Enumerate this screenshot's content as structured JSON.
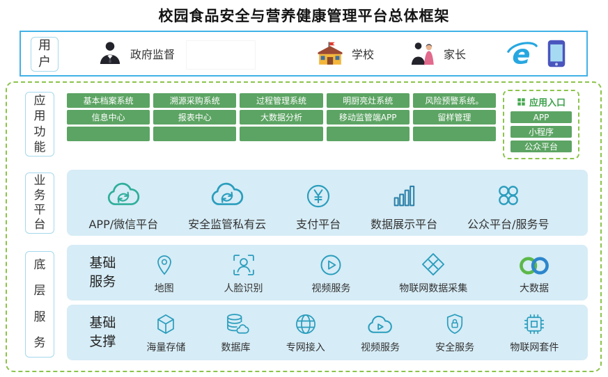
{
  "title": "校园食品安全与营养健康管理平台总体框架",
  "colors": {
    "user_border": "#41b1e6",
    "dashed_border": "#8bc34a",
    "button_green": "#5ca463",
    "panel_blue": "#d6ecf6",
    "icon_teal": "#2a9dbd",
    "entry_green_text": "#3da14c"
  },
  "users": {
    "label": "用户",
    "items": [
      {
        "label": "政府监督",
        "icon": "government-person-icon"
      },
      {
        "label": "学校",
        "icon": "school-icon"
      },
      {
        "label": "家长",
        "icon": "parents-icon"
      }
    ],
    "right_icons": [
      "ie-browser-icon",
      "mobile-phone-icon"
    ]
  },
  "app_functions": {
    "label": "应用功能",
    "grid": [
      [
        "基本档案系统",
        "溯源采购系统",
        "过程管理系统",
        "明厨亮灶系统",
        "风险预警系统。"
      ],
      [
        "信息中心",
        "报表中心",
        "大数据分析",
        "移动监管端APP",
        "留样管理"
      ],
      [
        "",
        "",
        "",
        "",
        ""
      ]
    ],
    "entry": {
      "title": "应用入口",
      "items": [
        "APP",
        "小程序",
        "公众平台"
      ]
    }
  },
  "business_platform": {
    "label": "业务平台",
    "items": [
      {
        "label": "APP/微信平台",
        "icon": "cloud-sync-green-icon"
      },
      {
        "label": "安全监管私有云",
        "icon": "cloud-sync-blue-icon"
      },
      {
        "label": "支付平台",
        "icon": "yuan-pay-icon"
      },
      {
        "label": "数据展示平台",
        "icon": "bar-chart-icon"
      },
      {
        "label": "公众平台/服务号",
        "icon": "four-circles-icon"
      }
    ]
  },
  "base_layer": {
    "label": "底层服务",
    "groups": [
      {
        "title": "基础服务",
        "items": [
          {
            "label": "地图",
            "icon": "map-pin-icon"
          },
          {
            "label": "人脸识别",
            "icon": "face-recognition-icon"
          },
          {
            "label": "视频服务",
            "icon": "play-circle-icon"
          },
          {
            "label": "物联网数据采集",
            "icon": "iot-collect-icon"
          },
          {
            "label": "大数据",
            "icon": "bigdata-infinity-icon"
          }
        ]
      },
      {
        "title": "基础支撑",
        "items": [
          {
            "label": "海量存储",
            "icon": "storage-cube-icon"
          },
          {
            "label": "数据库",
            "icon": "database-icon"
          },
          {
            "label": "专网接入",
            "icon": "globe-icon"
          },
          {
            "label": "视频服务",
            "icon": "cloud-play-icon"
          },
          {
            "label": "安全服务",
            "icon": "shield-lock-icon"
          },
          {
            "label": "物联网套件",
            "icon": "iot-kit-icon"
          }
        ]
      }
    ]
  }
}
